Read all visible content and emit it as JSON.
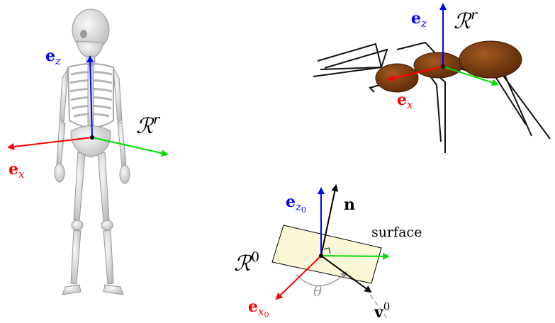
{
  "skeleton": {
    "ez_label": "e",
    "ez_sub": "z",
    "ex_label": "e",
    "ex_sub": "x",
    "frame_label": "ℛ",
    "frame_sup": "r"
  },
  "ant": {
    "ez_label": "e",
    "ez_sub": "z",
    "ex_label": "e",
    "ex_sub": "x",
    "frame_label": "ℛ",
    "frame_sup": "r"
  },
  "plane": {
    "ez0_label": "e",
    "ez0_sub": "z",
    "ez0_subsub": "0",
    "n_label": "n",
    "surface_label": "surface",
    "frame_label": "ℛ",
    "frame_sup": "0",
    "theta_label": "θ",
    "v0_label": "v",
    "v0_sup": "0",
    "ex0_label": "e",
    "ex0_sub": "x",
    "ex0_subsub": "0"
  },
  "colors": {
    "x_axis": "#ff0000",
    "y_axis": "#00dd00",
    "z_axis": "#0000ff",
    "black": "#000000",
    "surface_fill": "#fbf8d8",
    "bone": "#e2e2e2",
    "ant_body": "#7a3d0f"
  }
}
